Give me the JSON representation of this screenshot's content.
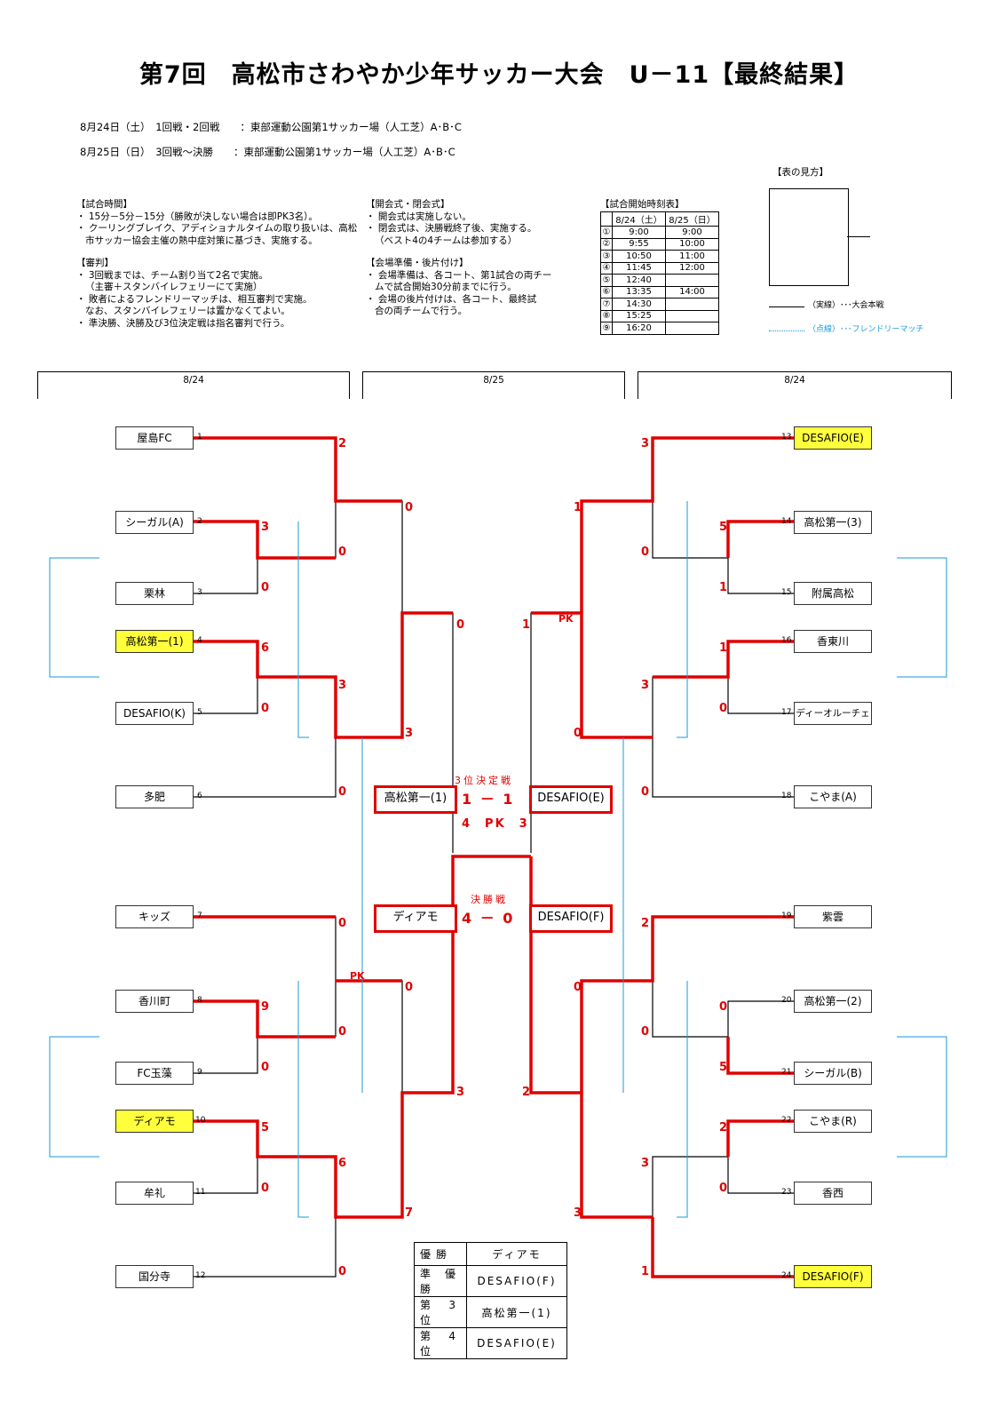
{
  "title": "第7回　高松市さわやか少年サッカー大会　U－11【最終結果】",
  "schedule": [
    "8月24日（土）　1回戦・2回戦　　：東部運動公園第1サッカー場（人工芝）A･B･C",
    "8月25日（日）　3回戦～決勝　　：東部運動公園第1サッカー場（人工芝）A･B･C"
  ],
  "notes": {
    "match_time": "【試合時間】\n・ 15分－5分－15分（勝敗が決しない場合は即PK3名）。\n・ クーリングブレイク、アディショナルタイムの取り扱いは、高松\n   市サッカー協会主催の熱中症対策に基づき、実施する。",
    "referee": "【審判】\n・ 3回戦までは、チーム割り当て2名で実施。\n   （主審＋スタンバイレフェリーにて実施）\n・ 敗者によるフレンドリーマッチは、相互審判で実施。\n   なお、スタンバイレフェリーは置かなくてよい。\n・ 準決勝、決勝及び3位決定戦は指名審判で行う。",
    "ceremony": "【開会式・閉会式】\n・ 開会式は実施しない。\n・ 閉会式は、決勝戦終了後、実施する。\n   （ベスト4の4チームは参加する）",
    "venue": "【会場準備・後片付け】\n・ 会場準備は、各コート、第1試合の両チー\n   ムで試合開始30分前までに行う。\n・ 会場の後片付けは、各コート、最終試\n   合の両チームで行う。"
  },
  "timetable": {
    "title": "【試合開始時刻表】",
    "headers": [
      "8/24（土）",
      "8/25（日）"
    ],
    "rows": [
      {
        "no": "①",
        "d1": "9:00",
        "d2": "9:00"
      },
      {
        "no": "②",
        "d1": "9:55",
        "d2": "10:00"
      },
      {
        "no": "③",
        "d1": "10:50",
        "d2": "11:00"
      },
      {
        "no": "④",
        "d1": "11:45",
        "d2": "12:00"
      },
      {
        "no": "⑤",
        "d1": "12:40",
        "d2": ""
      },
      {
        "no": "⑥",
        "d1": "13:35",
        "d2": "14:00"
      },
      {
        "no": "⑦",
        "d1": "14:30",
        "d2": ""
      },
      {
        "no": "⑧",
        "d1": "15:25",
        "d2": ""
      },
      {
        "no": "⑨",
        "d1": "16:20",
        "d2": ""
      }
    ]
  },
  "legend_title": "【表の見方】",
  "legend": {
    "solid": "（実線）･･･大会本戦",
    "dotted": "（点線）･･･フレンドリーマッチ"
  },
  "dates": {
    "left": "8/24",
    "center": "8/25",
    "right": "8/24"
  },
  "teams": [
    {
      "seed": "1",
      "name": "屋島FC",
      "hl": false
    },
    {
      "seed": "2",
      "name": "シーガル(A)",
      "hl": false
    },
    {
      "seed": "3",
      "name": "栗林",
      "hl": false
    },
    {
      "seed": "4",
      "name": "高松第一(1)",
      "hl": true
    },
    {
      "seed": "5",
      "name": "DESAFIO(K)",
      "hl": false
    },
    {
      "seed": "6",
      "name": "多肥",
      "hl": false
    },
    {
      "seed": "7",
      "name": "キッズ",
      "hl": false
    },
    {
      "seed": "8",
      "name": "香川町",
      "hl": false
    },
    {
      "seed": "9",
      "name": "FC玉藻",
      "hl": false
    },
    {
      "seed": "10",
      "name": "ディアモ",
      "hl": true
    },
    {
      "seed": "11",
      "name": "牟礼",
      "hl": false
    },
    {
      "seed": "12",
      "name": "国分寺",
      "hl": false
    },
    {
      "seed": "13",
      "name": "DESAFIO(E)",
      "hl": true
    },
    {
      "seed": "14",
      "name": "高松第一(3)",
      "hl": false
    },
    {
      "seed": "15",
      "name": "附属高松",
      "hl": false
    },
    {
      "seed": "16",
      "name": "香東川",
      "hl": false
    },
    {
      "seed": "17",
      "name": "ディーオルーチェ",
      "hl": false
    },
    {
      "seed": "18",
      "name": "こやま(A)",
      "hl": false
    },
    {
      "seed": "19",
      "name": "紫雲",
      "hl": false
    },
    {
      "seed": "20",
      "name": "高松第一(2)",
      "hl": false
    },
    {
      "seed": "21",
      "name": "シーガル(B)",
      "hl": false
    },
    {
      "seed": "22",
      "name": "こやま(R)",
      "hl": false
    },
    {
      "seed": "23",
      "name": "香西",
      "hl": false
    },
    {
      "seed": "24",
      "name": "DESAFIO(F)",
      "hl": true
    }
  ],
  "scores": {
    "r1": [
      "3",
      "0",
      "6",
      "0",
      "9",
      "0",
      "5",
      "0",
      "5",
      "1",
      "1",
      "0",
      "0",
      "5",
      "2",
      "0"
    ],
    "r2": [
      "2",
      "0",
      "3",
      "0",
      "0",
      "0",
      "6",
      "0",
      "3",
      "0",
      "3",
      "0",
      "2",
      "0",
      "3",
      "1"
    ],
    "r3": [
      "0",
      "3",
      "0",
      "7",
      "1",
      "0",
      "0",
      "3"
    ],
    "sf": [
      "0",
      "3",
      "1",
      "2"
    ]
  },
  "pk": {
    "sf_right": "PK",
    "r2_left": "PK"
  },
  "third_place": {
    "label": "3位決定戦",
    "team_a": "高松第一(1)",
    "team_b": "DESAFIO(E)",
    "score": "1 － 1",
    "pk": "4　PK　3"
  },
  "final": {
    "label": "決勝戦",
    "team_a": "ディアモ",
    "team_b": "DESAFIO(F)",
    "score": "4 － 0"
  },
  "standings": [
    {
      "rank": "優勝",
      "team": "ディアモ"
    },
    {
      "rank": "準優勝",
      "team": "DESAFIO(F)"
    },
    {
      "rank": "第3位",
      "team": "高松第一(1)"
    },
    {
      "rank": "第4位",
      "team": "DESAFIO(E)"
    }
  ]
}
